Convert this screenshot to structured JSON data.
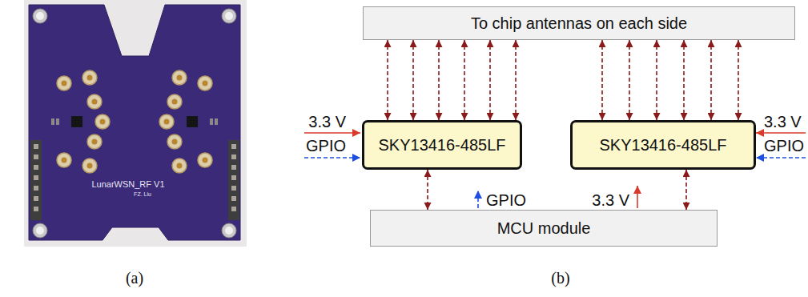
{
  "diagram": {
    "nodes": [
      {
        "text": [
          "To chip antennas on each side"
        ]
      },
      {
        "text": [
          "SKY13416-485LF"
        ]
      },
      {
        "text": [
          "SKY13416-485LF"
        ]
      },
      {
        "text": [
          "MCU module"
        ]
      }
    ],
    "edges": [
      {
        "from": 1,
        "to": 0,
        "arrow": "both"
      },
      {
        "from": 1,
        "to": 0,
        "arrow": "both"
      },
      {
        "from": 1,
        "to": 0,
        "arrow": "both"
      },
      {
        "from": 1,
        "to": 0,
        "arrow": "both"
      },
      {
        "from": 1,
        "to": 0,
        "arrow": "both"
      },
      {
        "from": 1,
        "to": 0,
        "arrow": "both"
      },
      {
        "from": 2,
        "to": 0,
        "arrow": "both"
      },
      {
        "from": 2,
        "to": 0,
        "arrow": "both"
      },
      {
        "from": 2,
        "to": 0,
        "arrow": "both"
      },
      {
        "from": 2,
        "to": 0,
        "arrow": "both"
      },
      {
        "from": 2,
        "to": 0,
        "arrow": "both"
      },
      {
        "from": 2,
        "to": 0,
        "arrow": "both"
      },
      {
        "from": 1,
        "to": 3,
        "arrow": "both"
      },
      {
        "from": 2,
        "to": 3,
        "arrow": "both"
      }
    ],
    "labels": [
      "LunarWSN_RF V1",
      "FZ. Liu",
      "(a)",
      "3.3 V",
      "GPIO",
      "3.3 V",
      "GPIO",
      "GPIO",
      "3.3 V",
      "(b)"
    ]
  }
}
